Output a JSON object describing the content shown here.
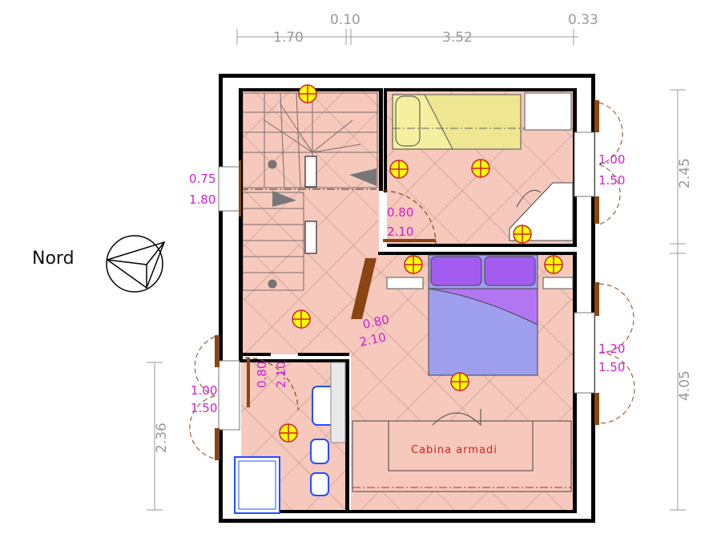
{
  "north_label": "Nord",
  "room_label": "Cabina  armadi",
  "dims_top": [
    "1.70",
    "0.10",
    "3.52",
    "0.33"
  ],
  "dims_right": [
    "2.45",
    "4.05"
  ],
  "dims_left": [
    "2.36"
  ],
  "openings": {
    "win_left_top": [
      "0.75",
      "1.80"
    ],
    "door_stair": [
      "0.80",
      "2.10"
    ],
    "win_right_top": [
      "1.00",
      "1.50"
    ],
    "door_diag": [
      "0.80",
      "2.10"
    ],
    "win_right_mid": [
      "1.20",
      "1.50"
    ],
    "door_bath": [
      "0.80",
      "2.10"
    ],
    "win_left_bot": [
      "1.00",
      "1.50"
    ]
  },
  "colors": {
    "floor": "#f7c9bd",
    "wall": "#000000",
    "dimension": "#9a9a9a",
    "label": "#d020d0",
    "light": "#ffff00",
    "bed_double": "#9f9fef",
    "bed_single": "#f5f0a0",
    "sanitary": "#2050ff"
  }
}
